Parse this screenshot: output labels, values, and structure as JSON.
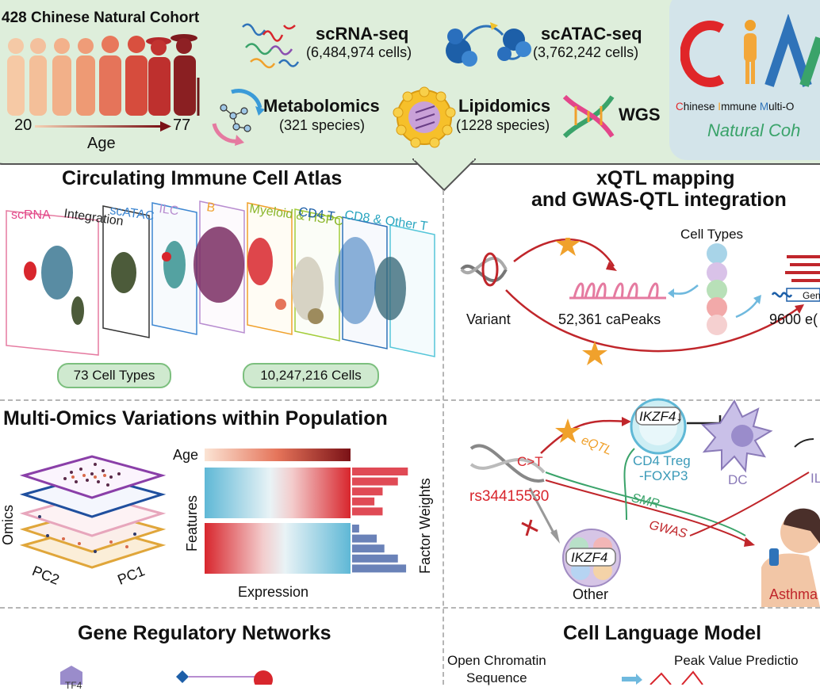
{
  "header": {
    "cohort_title": "428 Chinese Natural Cohort",
    "age_min": "20",
    "age_max": "77",
    "age_label": "Age",
    "omics": [
      {
        "name": "scRNA-seq",
        "detail": "(6,484,974 cells)"
      },
      {
        "name": "scATAC-seq",
        "detail": "(3,762,242 cells)"
      },
      {
        "name": "Metabolomics",
        "detail": "(321 species)"
      },
      {
        "name": "Lipidomics",
        "detail": "(1228 species)"
      },
      {
        "name": "WGS",
        "detail": ""
      }
    ],
    "logo_tagline_parts": [
      "C",
      "hinese ",
      "I",
      "mmune ",
      "M",
      "ulti-O"
    ],
    "logo_subtitle": "Natural Coh",
    "colors": {
      "panel_bg": "#deeedb",
      "logo_bg": "#d3e4ea",
      "accent_red": "#d8262d",
      "accent_blue": "#2f73b9",
      "accent_green": "#3aa36a"
    }
  },
  "atlas": {
    "title": "Circulating Immune Cell Atlas",
    "panels": [
      "scRNA",
      "Integration",
      "scATAC",
      "ILC",
      "B",
      "Myeloid & HSPC",
      "CD4 T",
      "CD8 & Other T"
    ],
    "cell_types_badge": "73 Cell Types",
    "cells_badge": "10,247,216 Cells"
  },
  "xqtl": {
    "title_line1": "xQTL mapping",
    "title_line2": "and GWAS-QTL integration",
    "cell_types_label": "Cell Types",
    "variant_label": "Variant",
    "capeaks_label": "52,361 caPeaks",
    "eqtl_count_label": "9600 e(",
    "gene_label": "Gen"
  },
  "multiomics": {
    "title": "Multi-Omics Variations within Population",
    "omics_label": "Omics",
    "pc1_label": "PC1",
    "pc2_label": "PC2",
    "age_label": "Age",
    "features_label": "Features",
    "expression_label": "Expression",
    "factor_weights_label": "Factor Weights",
    "factor_weights_top": [
      0.95,
      0.78,
      0.52,
      0.38,
      0.52
    ],
    "factor_weights_bottom": [
      0.12,
      0.42,
      0.55,
      0.78,
      0.92
    ]
  },
  "gwas": {
    "gene": "IKZF4",
    "treg_line1": "CD4 Treg",
    "treg_line2": "-FOXP3",
    "dc_label": "DC",
    "il_label": "IL",
    "snp_change": "C>T",
    "snp_id": "rs34415530",
    "eqtl_label": "eQTL",
    "smr_label": "SMR",
    "gwas_label": "GWAS",
    "other_label": "Other",
    "disease_label": "Asthma"
  },
  "grn": {
    "title": "Gene Regulatory Networks",
    "tf_label": "TF4"
  },
  "clm": {
    "title": "Cell Language Model",
    "input_label_line1": "Open Chromatin",
    "input_label_line2": "Sequence",
    "output_label": "Peak Value Predictio"
  }
}
